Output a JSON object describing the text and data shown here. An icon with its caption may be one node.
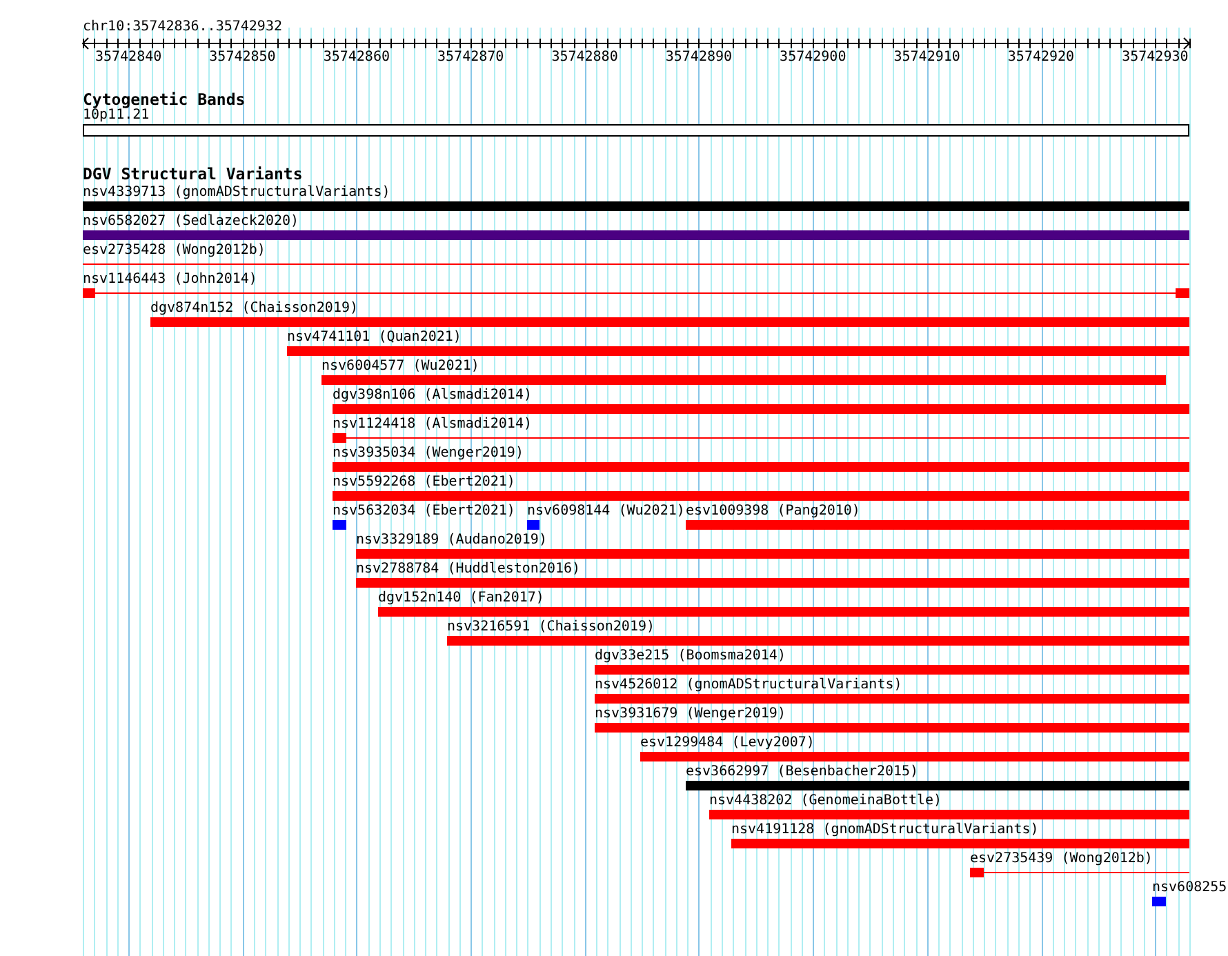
{
  "diagram": {
    "title": "chr10:35742836..35742932",
    "nodes": [
      {
        "text": [
          "Cytogenetic Bands"
        ]
      },
      {
        "text": [
          "10p11.21"
        ],
        "in": 0
      },
      {
        "text": [
          "DGV Structural Variants"
        ]
      },
      {
        "text": [
          "nsv4339713 (gnomADStructuralVariants)"
        ],
        "in": 2
      },
      {
        "text": [
          "nsv6582027 (Sedlazeck2020)"
        ],
        "in": 2
      },
      {
        "text": [
          "esv2735428 (Wong2012b)"
        ],
        "in": 2
      },
      {
        "text": [
          "nsv1146443 (John2014)"
        ],
        "in": 2
      },
      {
        "text": [
          "dgv874n152 (Chaisson2019)"
        ],
        "in": 2
      },
      {
        "text": [
          "nsv4741101 (Quan2021)"
        ],
        "in": 2
      },
      {
        "text": [
          "nsv6004577 (Wu2021)"
        ],
        "in": 2
      },
      {
        "text": [
          "dgv398n106 (Alsmadi2014)"
        ],
        "in": 2
      },
      {
        "text": [
          "nsv1124418 (Alsmadi2014)"
        ],
        "in": 2
      },
      {
        "text": [
          "nsv3935034 (Wenger2019)"
        ],
        "in": 2
      },
      {
        "text": [
          "nsv5592268 (Ebert2021)"
        ],
        "in": 2
      },
      {
        "text": [
          "nsv5632034 (Ebert2021)"
        ],
        "in": 2
      },
      {
        "text": [
          "nsv6098144 (Wu2021)"
        ],
        "in": 2
      },
      {
        "text": [
          "esv1009398 (Pang2010)"
        ],
        "in": 2
      },
      {
        "text": [
          "nsv3329189 (Audano2019)"
        ],
        "in": 2
      },
      {
        "text": [
          "nsv2788784 (Huddleston2016)"
        ],
        "in": 2
      },
      {
        "text": [
          "dgv152n140 (Fan2017)"
        ],
        "in": 2
      },
      {
        "text": [
          "nsv3216591 (Chaisson2019)"
        ],
        "in": 2
      },
      {
        "text": [
          "dgv33e215 (Boomsma2014)"
        ],
        "in": 2
      },
      {
        "text": [
          "nsv4526012 (gnomADStructuralVariants)"
        ],
        "in": 2
      },
      {
        "text": [
          "nsv3931679 (Wenger2019)"
        ],
        "in": 2
      },
      {
        "text": [
          "esv1299484 (Levy2007)"
        ],
        "in": 2
      },
      {
        "text": [
          "esv3662997 (Besenbacher2015)"
        ],
        "in": 2
      },
      {
        "text": [
          "nsv4438202 (GenomeinaBottle)"
        ],
        "in": 2
      },
      {
        "text": [
          "nsv4191128 (gnomADStructuralVariants)"
        ],
        "in": 2
      },
      {
        "text": [
          "esv2735439 (Wong2012b)"
        ],
        "in": 2
      },
      {
        "text": [
          "nsv608255"
        ],
        "in": 2
      }
    ],
    "labels": [
      "35742840",
      "35742850",
      "35742860",
      "35742870",
      "35742880",
      "35742890",
      "35742900",
      "35742910",
      "35742920",
      "35742930"
    ]
  }
}
